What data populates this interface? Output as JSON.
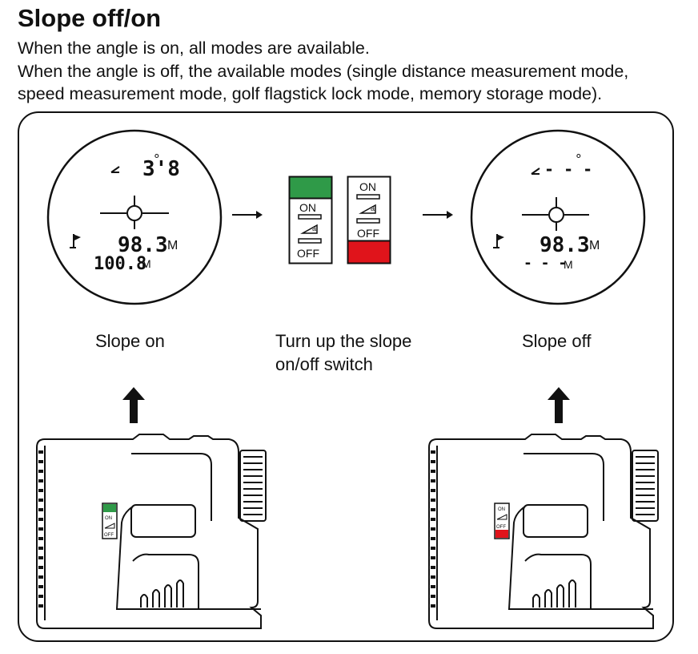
{
  "title": "Slope off/on",
  "description": [
    "When the angle is on, all modes are available.",
    "When the angle is off, the available modes (single distance measurement mode,",
    "speed measurement mode, golf flagstick lock mode, memory storage mode)."
  ],
  "left_view": {
    "angle": "3'8",
    "angle_unit": "°",
    "distance": "98.3",
    "distance_unit": "M",
    "slope_distance": "100.8",
    "slope_distance_unit": "M",
    "caption": "Slope on"
  },
  "middle": {
    "switch_on_label": "ON",
    "switch_off_label": "OFF",
    "switch_icon_glyph": "a",
    "caption_line1": "Turn up the slope",
    "caption_line2": "on/off switch",
    "on_color": "#2f9a48",
    "off_color": "#e0141b"
  },
  "right_view": {
    "angle": "- - -",
    "angle_unit": "°",
    "distance": "98.3",
    "distance_unit": "M",
    "slope_distance": "- - -",
    "slope_distance_unit": "M",
    "caption": "Slope off"
  },
  "device_switch": {
    "on_label": "ON",
    "off_label": "OFF"
  }
}
